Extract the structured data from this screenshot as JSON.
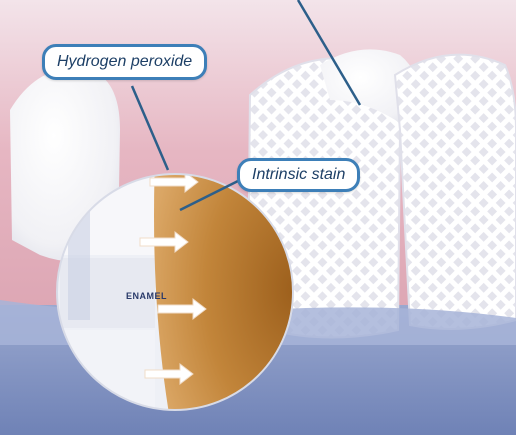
{
  "labels": {
    "hydrogen_peroxide": "Hydrogen peroxide",
    "intrinsic_stain": "Intrinsic stain",
    "enamel": "ENAMEL"
  },
  "colors": {
    "gum": "#e8b9c3",
    "tooth": "#f4f4f6",
    "background_blue": "#8294c2",
    "dentin_brown": "#b9782e",
    "label_border": "#3d7fb8",
    "leader_line": "#2d5f8a"
  }
}
